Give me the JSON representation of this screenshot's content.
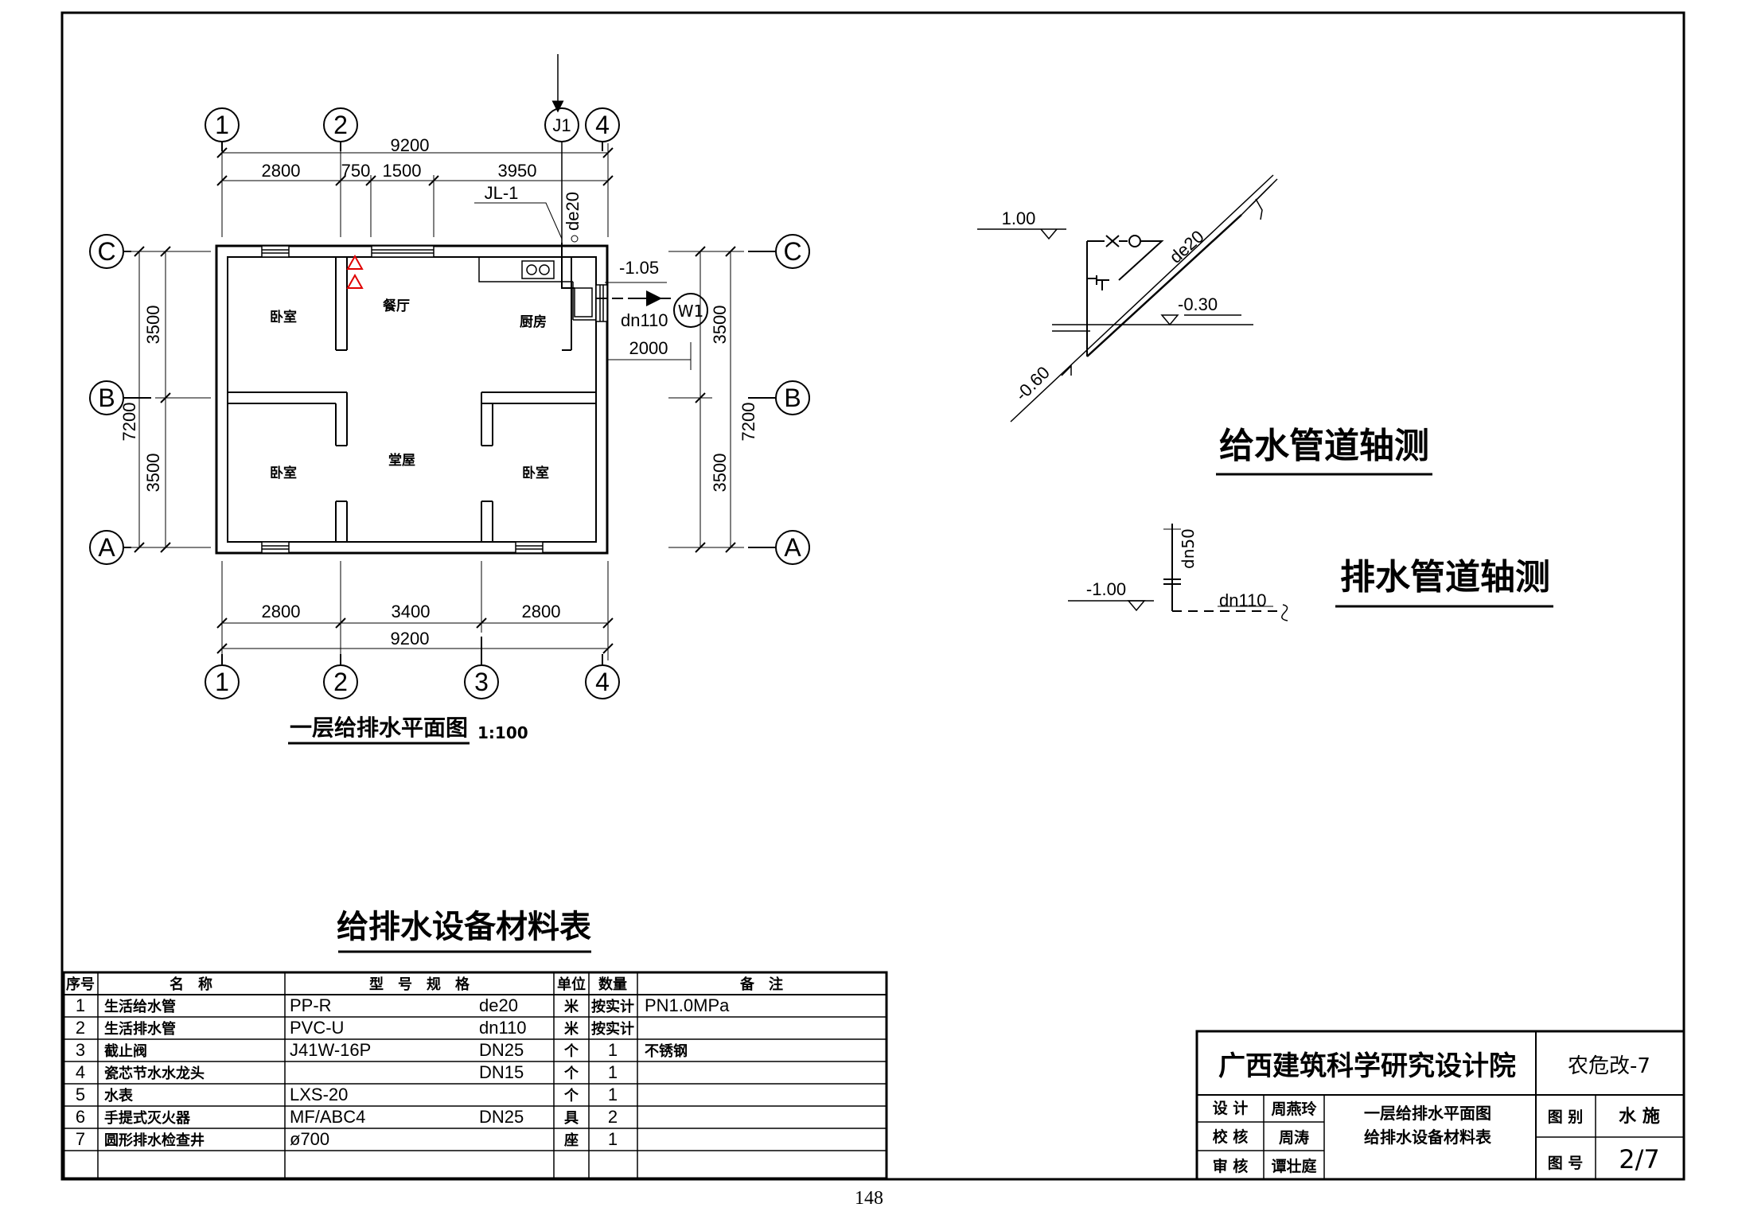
{
  "plan": {
    "title": "一层给排水平面图",
    "scale": "1:100",
    "axes_top": [
      "1",
      "2",
      "J1",
      "4"
    ],
    "axes_bottom": [
      "1",
      "2",
      "3",
      "4"
    ],
    "axes_left": [
      "C",
      "B",
      "A"
    ],
    "axes_right": [
      "C",
      "B",
      "A"
    ],
    "dims_top_total": "9200",
    "dims_top": [
      "2800",
      "750",
      "1500",
      "3950"
    ],
    "dims_bottom": [
      "2800",
      "3400",
      "2800"
    ],
    "dims_bottom_total": "9200",
    "dims_left": [
      "3500",
      "3500"
    ],
    "dims_left_total": "7200",
    "dims_right": [
      "3500",
      "3500"
    ],
    "dims_right_total": "7200",
    "rooms": [
      "卧室",
      "餐厅",
      "厨房",
      "卧室",
      "堂屋",
      "卧室"
    ],
    "labels": {
      "jl": "JL-1",
      "de20": "de20",
      "elev_drain": "-1.05",
      "dn110": "dn110",
      "w1": "W1",
      "d2000": "2000"
    }
  },
  "supply_iso": {
    "title": "给水管道轴测",
    "elev_top": "1.00",
    "pipe": "de20",
    "elev_mid": "-0.30",
    "elev_low": "-0.60"
  },
  "drain_iso": {
    "title": "排水管道轴测",
    "elev": "-1.00",
    "pipe": "dn110",
    "vent": "dn50"
  },
  "materials": {
    "title": "给排水设备材料表",
    "headers": [
      "序号",
      "名　称",
      "型　号　规　格",
      "单位",
      "数量",
      "备　注"
    ],
    "rows": [
      {
        "no": "1",
        "name": "生活给水管",
        "model": "PP-R",
        "spec": "de20",
        "unit": "米",
        "qty": "按实计",
        "note": "PN1.0MPa"
      },
      {
        "no": "2",
        "name": "生活排水管",
        "model": "PVC-U",
        "spec": "dn110",
        "unit": "米",
        "qty": "按实计",
        "note": ""
      },
      {
        "no": "3",
        "name": "截止阀",
        "model": "J41W-16P",
        "spec": "DN25",
        "unit": "个",
        "qty": "1",
        "note": "不锈钢"
      },
      {
        "no": "4",
        "name": "瓷芯节水水龙头",
        "model": "",
        "spec": "DN15",
        "unit": "个",
        "qty": "1",
        "note": ""
      },
      {
        "no": "5",
        "name": "水表",
        "model": "LXS-20",
        "spec": "",
        "unit": "个",
        "qty": "1",
        "note": ""
      },
      {
        "no": "6",
        "name": "手提式灭火器",
        "model": "MF/ABC4",
        "spec": "DN25",
        "unit": "具",
        "qty": "2",
        "note": ""
      },
      {
        "no": "7",
        "name": "圆形排水检查井",
        "model": "ø700",
        "spec": "",
        "unit": "座",
        "qty": "1",
        "note": ""
      }
    ]
  },
  "title_block": {
    "institute": "广西建筑科学研究设计院",
    "project": "农危改-7",
    "design_label": "设 计",
    "design_name": "周燕玲",
    "check_label": "校 核",
    "check_name": "周涛",
    "review_label": "审 核",
    "review_name": "谭壮庭",
    "drawing_title_1": "一层给排水平面图",
    "drawing_title_2": "给排水设备材料表",
    "category_label": "图 别",
    "category": "水 施",
    "number_label": "图 号",
    "number": "2/7"
  },
  "page_number": "148"
}
